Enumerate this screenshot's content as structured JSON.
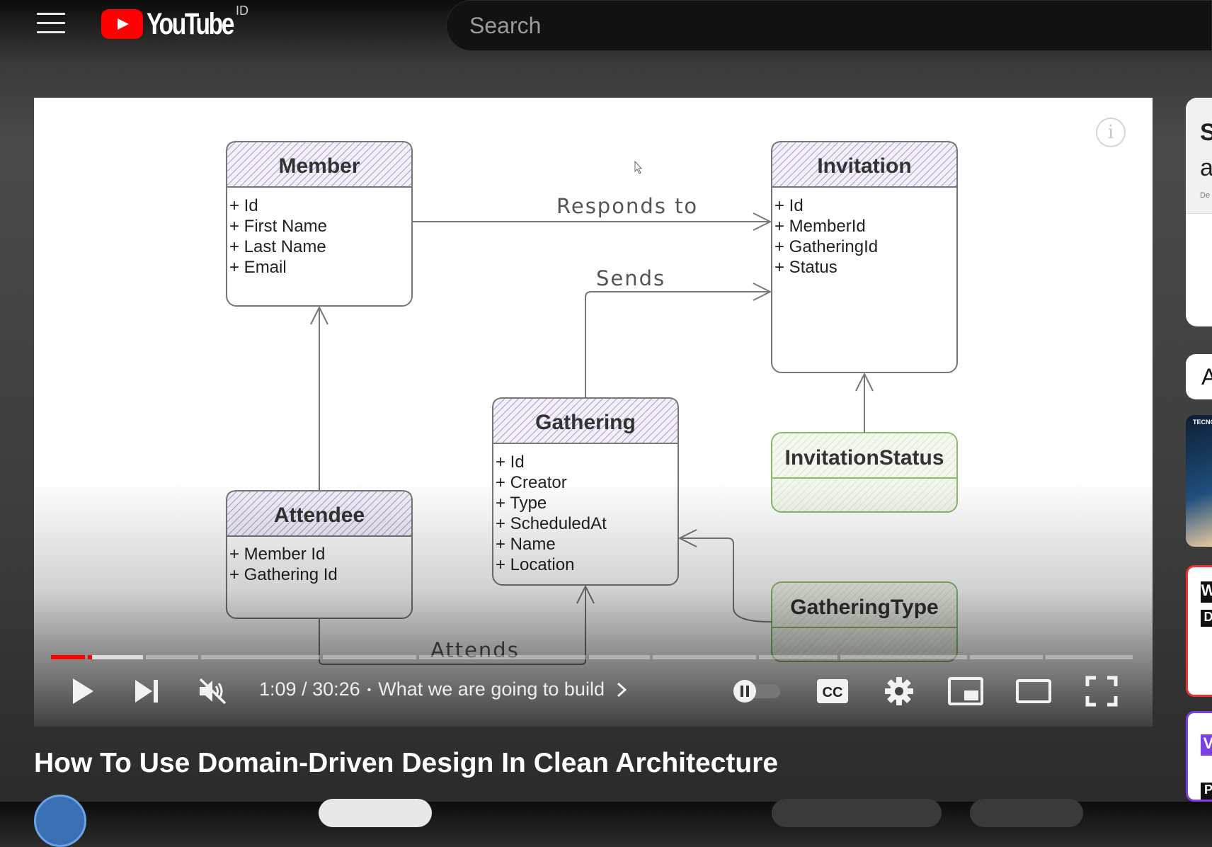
{
  "masthead": {
    "logo_text": "YouTube",
    "country_code": "ID",
    "search_placeholder": "Search"
  },
  "diagram": {
    "classes": [
      {
        "name": "Member",
        "attributes": [
          "+ Id",
          "+ First Name",
          "+ Last Name",
          "+ Email"
        ]
      },
      {
        "name": "Invitation",
        "attributes": [
          "+ Id",
          "+ MemberId",
          "+ GatheringId",
          "+ Status"
        ]
      },
      {
        "name": "Gathering",
        "attributes": [
          "+ Id",
          "+ Creator",
          "+ Type",
          "+ ScheduledAt",
          "+ Name",
          "+ Location"
        ]
      },
      {
        "name": "Attendee",
        "attributes": [
          "+ Member Id",
          "+ Gathering Id"
        ]
      },
      {
        "name": "InvitationStatus",
        "attributes": []
      },
      {
        "name": "GatheringType",
        "attributes": []
      }
    ],
    "relations": {
      "responds_to": "Responds to",
      "sends": "Sends",
      "attends": "Attends"
    }
  },
  "player": {
    "info_icon": "info-icon",
    "current_time": "1:09",
    "duration": "30:26",
    "time_separator": " / ",
    "chapter": "What we are going to build",
    "progress_played_fraction": 0.0378,
    "colors": {
      "played": "#ff0000",
      "background": "#ffffff"
    },
    "controls": [
      "play-icon",
      "next-icon",
      "muted-volume-icon",
      "autoplay-toggle",
      "captions-icon",
      "settings-gear-icon",
      "miniplayer-icon",
      "theater-mode-icon",
      "fullscreen-icon"
    ],
    "cc_label": "CC"
  },
  "video": {
    "title": "How To Use Domain-Driven Design In Clean Architecture"
  },
  "sidebar": {
    "card_letters": [
      "S",
      "a"
    ],
    "card_sub": "De",
    "pill_letter": "A",
    "thumb1_text": "TECNO",
    "thumb2_letters": [
      "W",
      "D"
    ],
    "thumb3_letters": [
      "V",
      "P"
    ]
  }
}
